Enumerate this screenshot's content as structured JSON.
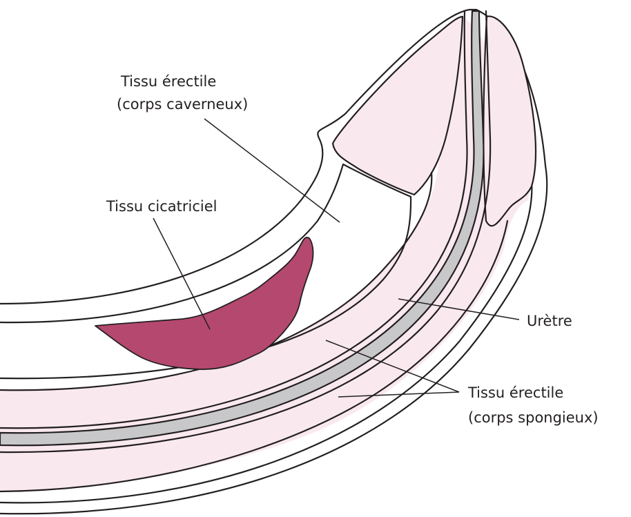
{
  "labels": {
    "corps_caverneux": {
      "line1": "Tissu érectile",
      "line2": "(corps caverneux)"
    },
    "scar": "Tissu cicatriciel",
    "urethra": "Urètre",
    "corps_spongieux": {
      "line1": "Tissu érectile",
      "line2": "(corps spongieux)"
    }
  },
  "colors": {
    "background": "#ffffff",
    "outline": "#231f20",
    "erectile_tissue_fill": "#f9e9ee",
    "scar_tissue_fill": "#b5486f",
    "urethra_fill": "#c8c8ca"
  }
}
